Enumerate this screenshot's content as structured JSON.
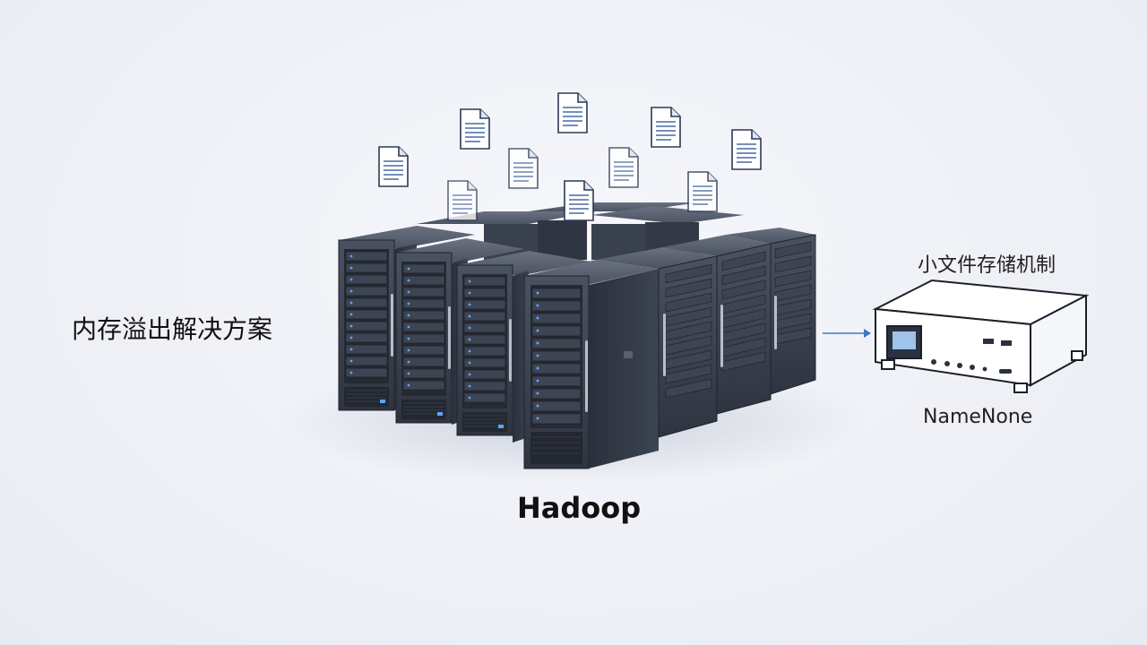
{
  "labels": {
    "left": "内存溢出解决方案",
    "center": "Hadoop",
    "right_top": "小文件存储机制",
    "right_bottom": "NameNone"
  },
  "colors": {
    "server_body": "#3b4250",
    "server_side": "#2a303b",
    "led": "#5fa3ff",
    "arrow": "#3a78c8",
    "doc_blue": "#4a78b8"
  },
  "icons": [
    "document-icon",
    "server-rack-icon",
    "network-appliance-icon",
    "arrow-right-icon"
  ]
}
